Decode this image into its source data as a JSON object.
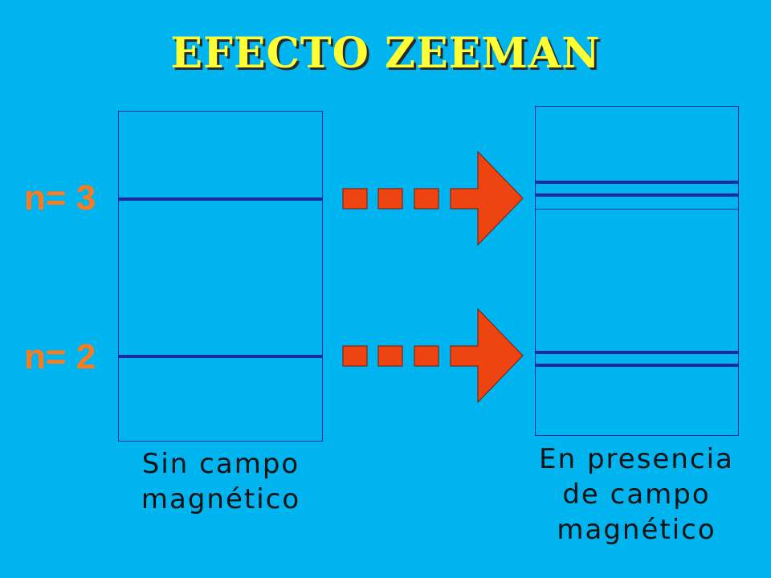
{
  "title": "EFECTO ZEEMAN",
  "levels": {
    "n3": "n= 3",
    "n2": "n= 2"
  },
  "captions": {
    "without_field_line1": "Sin campo",
    "without_field_line2": "magnético",
    "with_field_line1": "En presencia",
    "with_field_line2": "de campo",
    "with_field_line3": "magnético"
  },
  "colors": {
    "background": "#00b4f0",
    "title": "#ffff33",
    "level_label": "#ff7a1a",
    "arrow": "#ee4411",
    "line": "#1a2a9a"
  },
  "icons": {
    "arrow_icon": "dashed-right-arrow"
  }
}
